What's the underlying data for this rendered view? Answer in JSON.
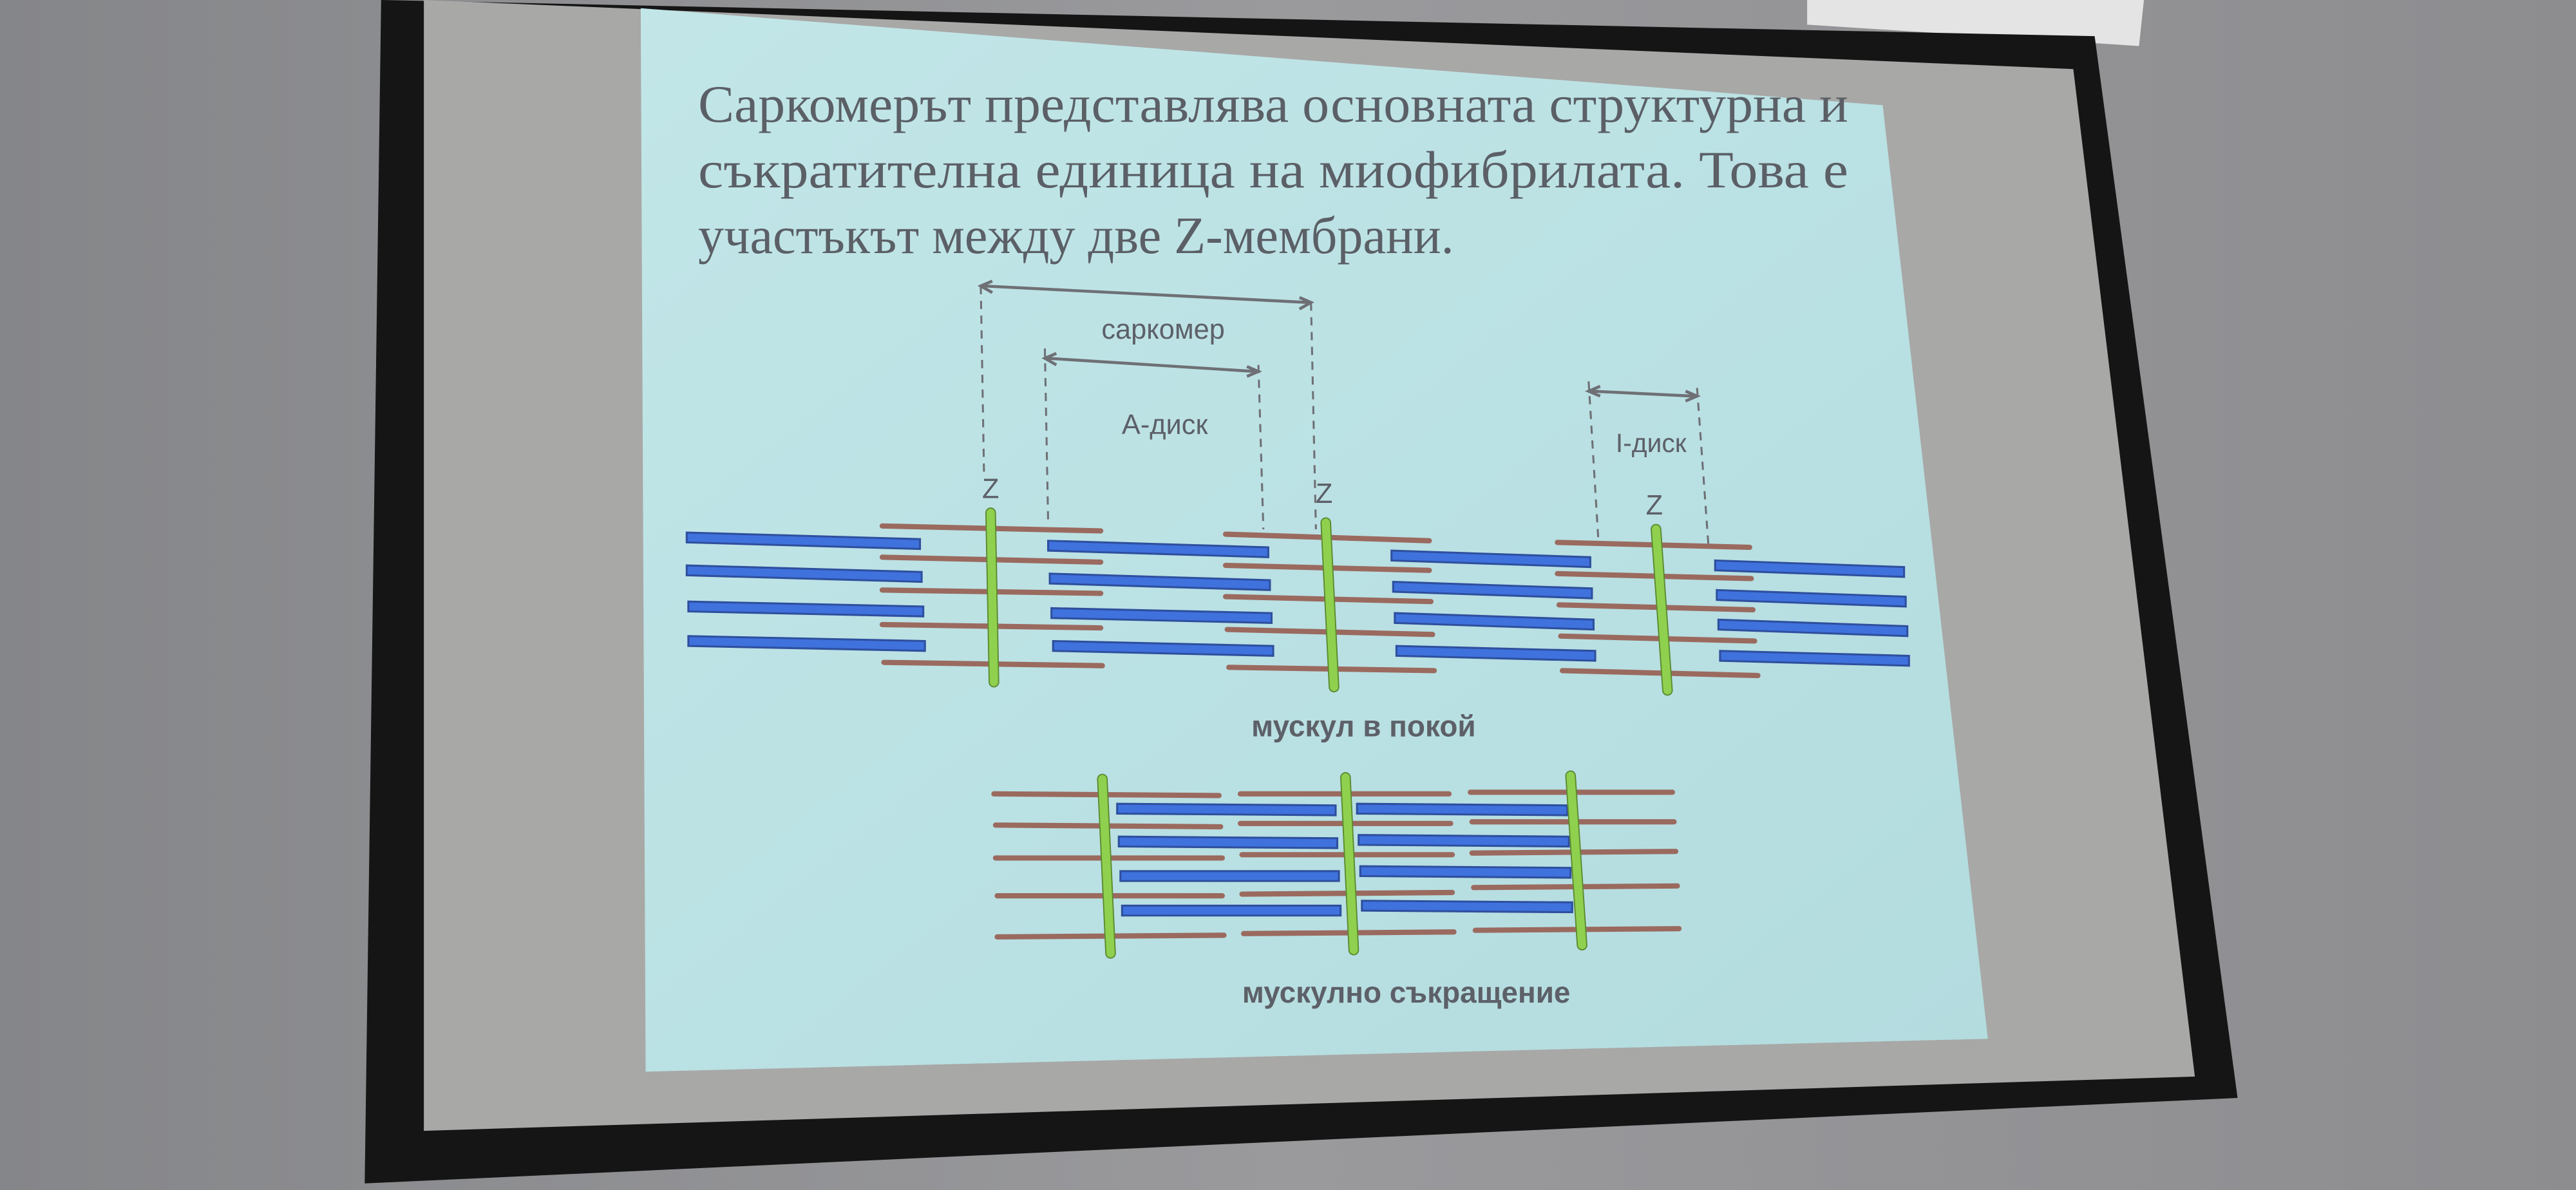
{
  "slide": {
    "paragraph_lines": [
      "Саркомерът представлява основната структурна и",
      "съкратителна единица на миофибрилата. Това е",
      "участъкът между две Z-мембрани."
    ],
    "diagram": {
      "sarcomere_label": "саркомер",
      "a_band_label": "А-диск",
      "i_band_label": "I-диск",
      "z_label": "Z",
      "rest_caption": "мускул в покой",
      "contraction_caption": "мускулно съкращение"
    },
    "colors": {
      "background": "#b9e0e2",
      "thick_filament": "#3f72dd",
      "thin_filament": "#9a6a5f",
      "z_line": "#8fd14f"
    }
  }
}
